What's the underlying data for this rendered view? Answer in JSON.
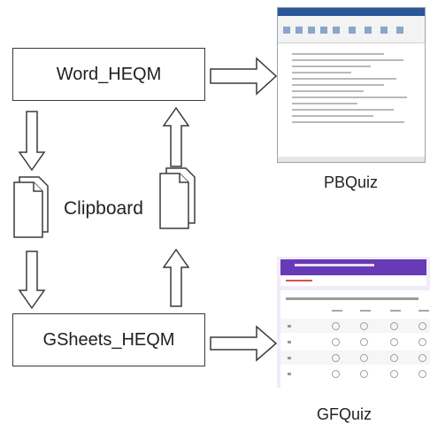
{
  "diagram": {
    "nodes": {
      "word": "Word_HEQM",
      "gsheets": "GSheets_HEQM",
      "clipboard": "Clipboard"
    },
    "outputs": {
      "pbquiz": "PBQuiz",
      "gfquiz": "GFQuiz"
    },
    "edges": [
      {
        "from": "Word_HEQM",
        "to": "Clipboard"
      },
      {
        "from": "Clipboard",
        "to": "Word_HEQM"
      },
      {
        "from": "Clipboard",
        "to": "GSheets_HEQM"
      },
      {
        "from": "GSheets_HEQM",
        "to": "Clipboard"
      },
      {
        "from": "Word_HEQM",
        "to": "PBQuiz"
      },
      {
        "from": "GSheets_HEQM",
        "to": "GFQuiz"
      }
    ],
    "colors": {
      "stroke": "#3a3a3a",
      "form_accent": "#673ab7",
      "word_accent": "#2b579a"
    }
  }
}
